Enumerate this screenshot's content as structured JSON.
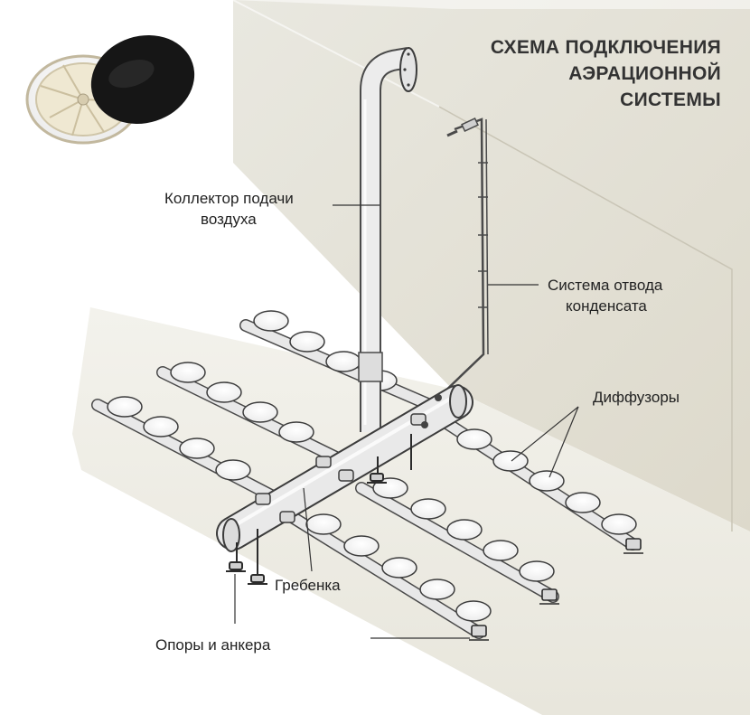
{
  "title": {
    "lines": [
      "СХЕМА ПОДКЛЮЧЕНИЯ",
      "АЭРАЦИОННОЙ",
      "СИСТЕМЫ"
    ]
  },
  "labels": {
    "collector": [
      "Коллектор подачи",
      "воздуха"
    ],
    "condensate": [
      "Система отвода",
      "конденсата"
    ],
    "diffusers": "Диффузоры",
    "manifold": "Гребенка",
    "supports": "Опоры и анкера"
  },
  "colors": {
    "wall": "#e4e2d7",
    "floor": "#eeede5",
    "pipe": "#e6e6e6",
    "pipe_stroke": "#4a4a4a",
    "disc_fill": "#ffffff",
    "diffuser_cover": "#1a1a1a",
    "diffuser_body": "#efe8d2",
    "text": "#222222"
  },
  "icons": [
    "diffuser-photo-icon",
    "flange-icon",
    "valve-icon",
    "anchor-icon"
  ]
}
